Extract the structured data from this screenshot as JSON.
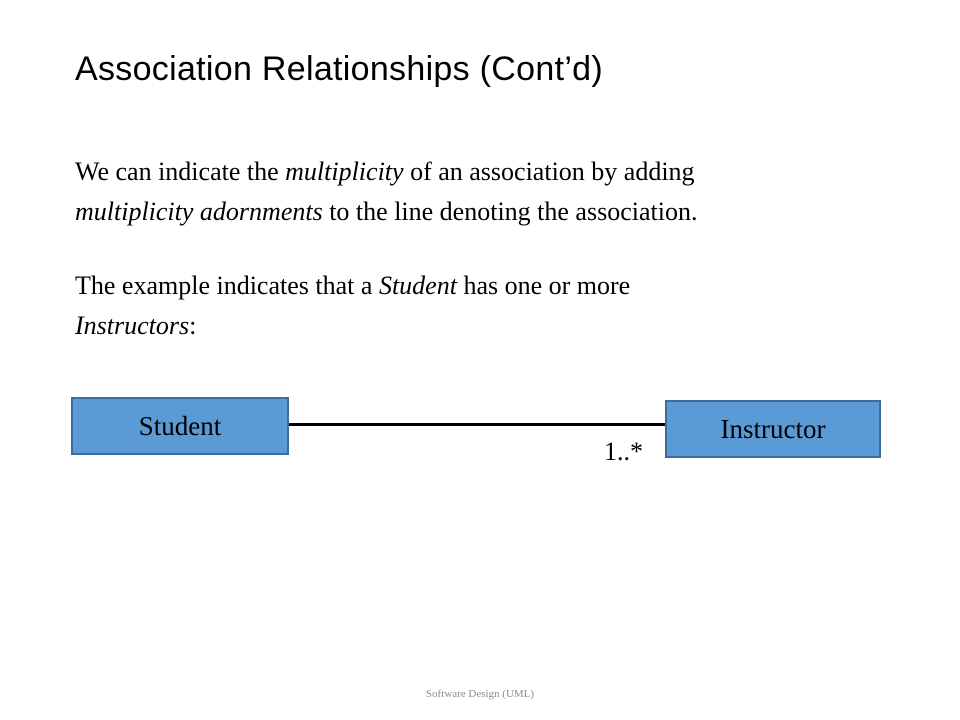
{
  "slide": {
    "title": "Association Relationships (Cont’d)",
    "paragraph1": [
      {
        "text": "We can indicate the ",
        "italic": false
      },
      {
        "text": "multiplicity",
        "italic": true
      },
      {
        "text": " of an association by adding ",
        "italic": false
      },
      {
        "text": "multiplicity adornments",
        "italic": true
      },
      {
        "text": " to the line denoting the association.",
        "italic": false
      }
    ],
    "paragraph2": [
      {
        "text": "The example indicates that a ",
        "italic": false
      },
      {
        "text": "Student",
        "italic": true
      },
      {
        "text": " has one or more ",
        "italic": false
      },
      {
        "text": "Instructors",
        "italic": true
      },
      {
        "text": ":",
        "italic": false
      }
    ],
    "footer": "Software Design (UML)"
  },
  "diagram": {
    "class_student": "Student",
    "class_instructor": "Instructor",
    "multiplicity": "1..*",
    "box_fill": "#5b9bd5",
    "box_border": "#3e6d99"
  }
}
